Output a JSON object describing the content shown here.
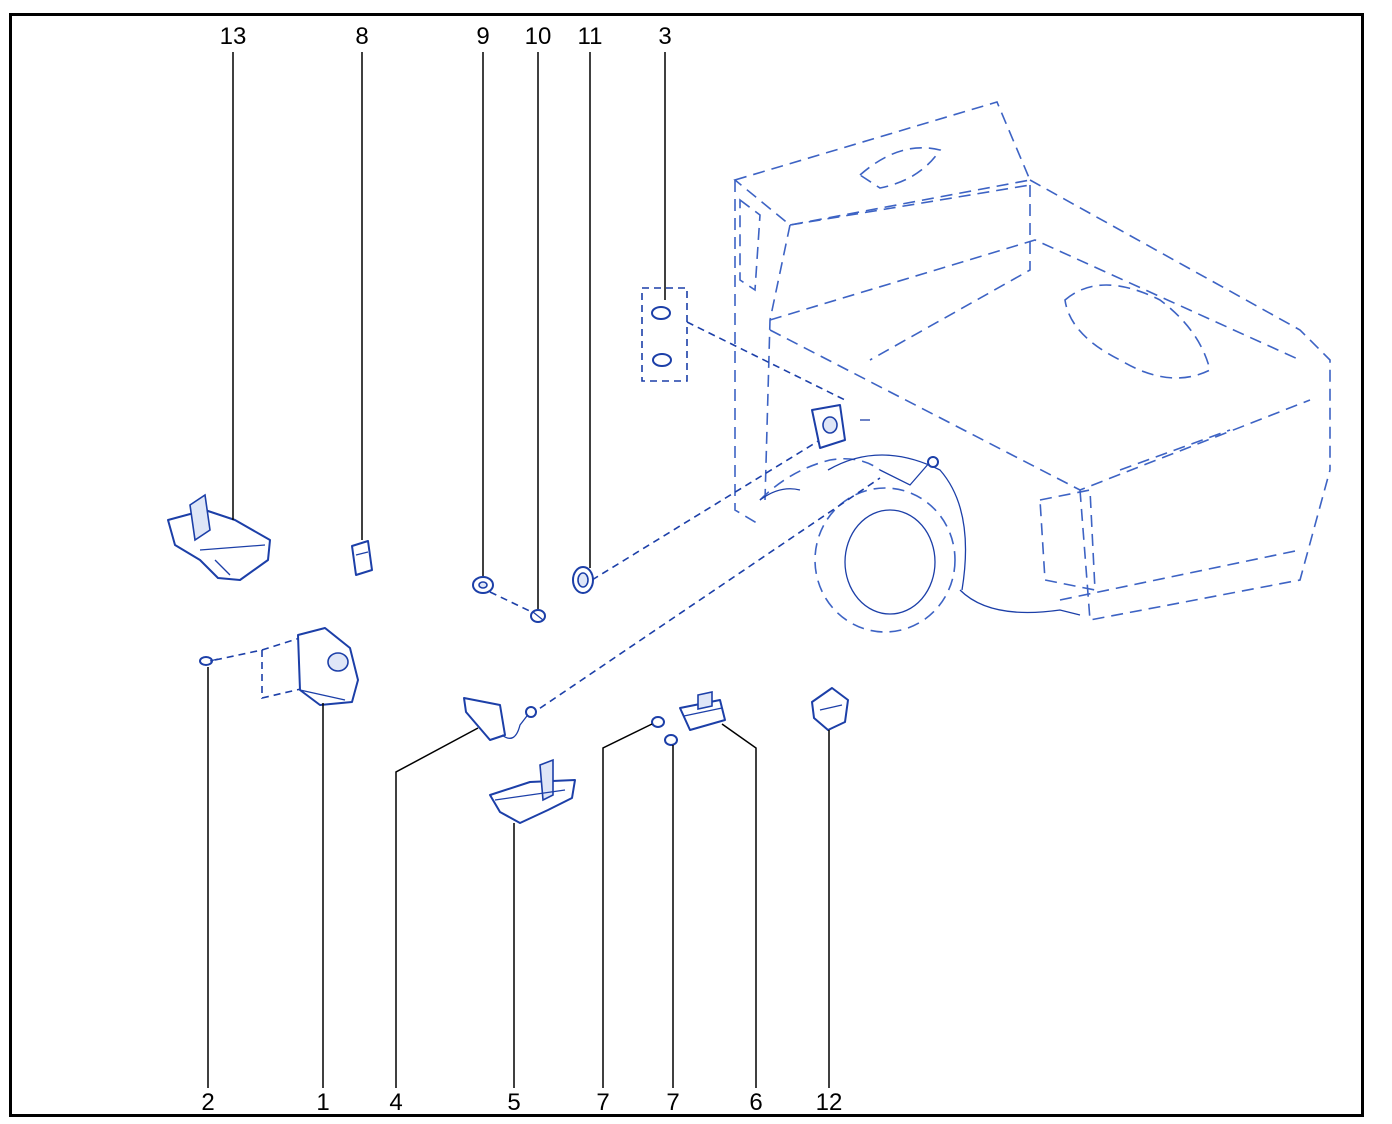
{
  "callouts_top": [
    "13",
    "8",
    "9",
    "10",
    "11",
    "3"
  ],
  "callouts_bottom": [
    "2",
    "1",
    "4",
    "5",
    "7",
    "7",
    "6",
    "12"
  ],
  "colors": {
    "line_art": "#1c3fa8",
    "leader": "#000000",
    "frame": "#000000"
  }
}
